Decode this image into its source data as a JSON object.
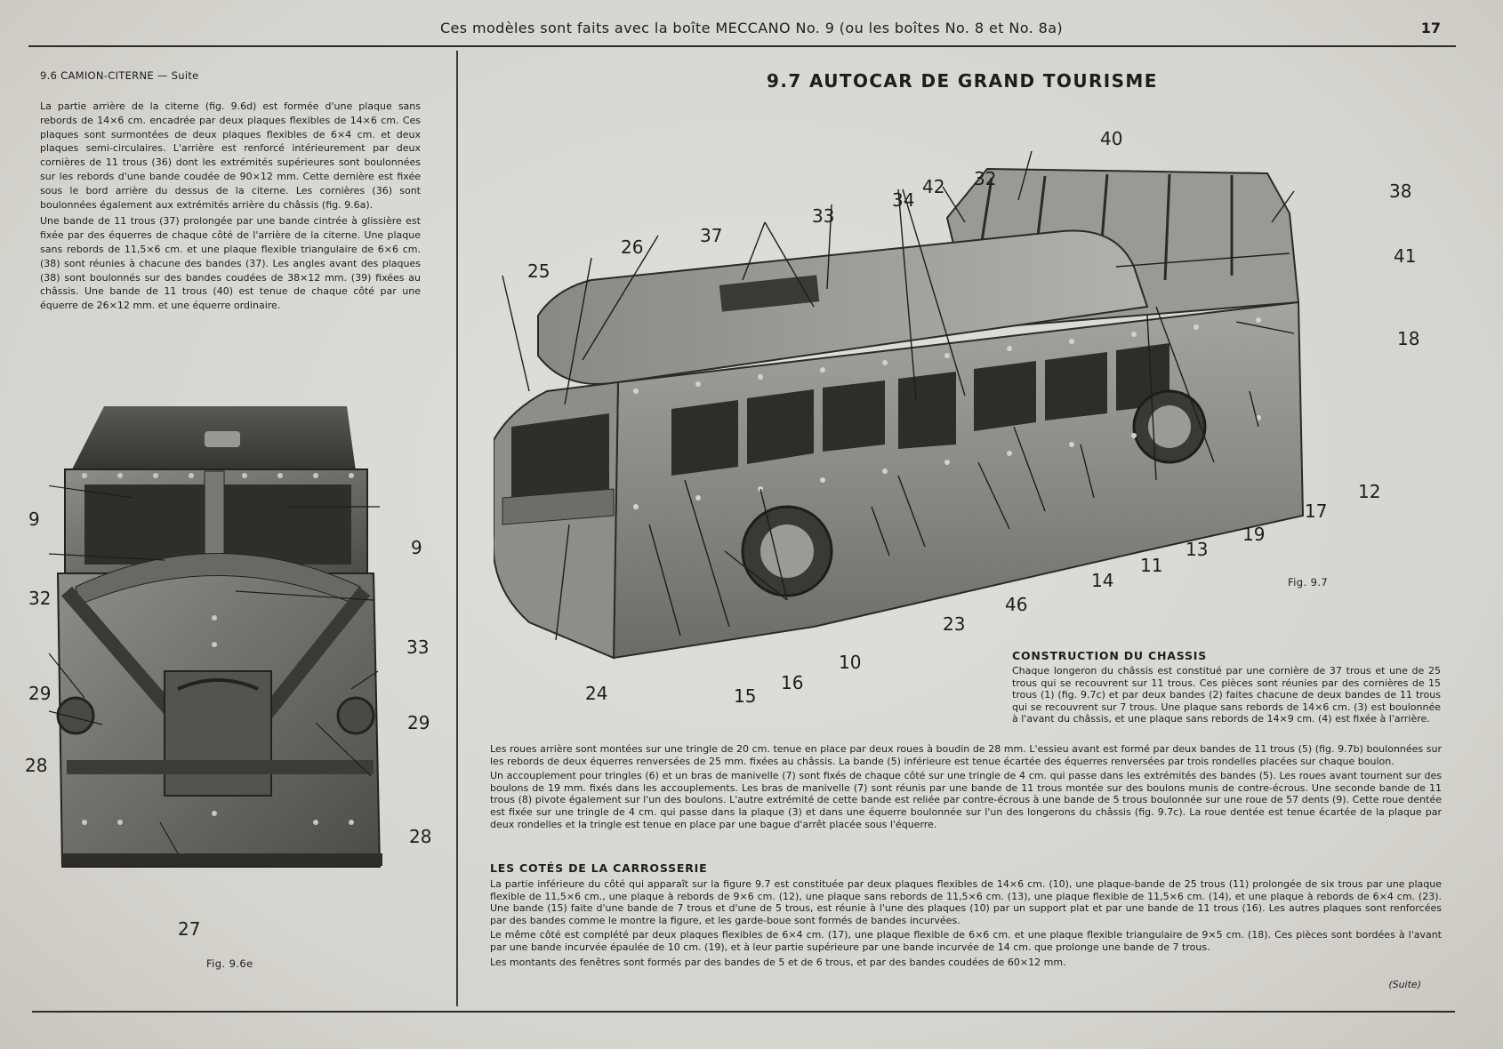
{
  "header": {
    "title": "Ces modèles sont faits avec la boîte MECCANO No. 9 (ou les boîtes No. 8 et No. 8a)",
    "page_number": "17"
  },
  "left": {
    "heading": "9.6 CAMION-CITERNE — Suite",
    "paragraphs": [
      "La partie arrière de la citerne (fig. 9.6d) est formée d'une plaque sans rebords de 14×6 cm. encadrée par deux plaques flexibles de 14×6 cm. Ces plaques sont surmontées de deux plaques flexibles de 6×4 cm. et deux plaques semi-circulaires. L'arrière est renforcé intérieurement par deux cornières de 11 trous (36) dont les extrémités supérieures sont boulonnées sur les rebords d'une bande coudée de 90×12 mm. Cette dernière est fixée sous le bord arrière du dessus de la citerne. Les cornières (36) sont boulonnées également aux extrémités arrière du châssis (fig. 9.6a).",
      "Une bande de 11 trous (37) prolongée par une bande cintrée à glissière est fixée par des équerres de chaque côté de l'arrière de la citerne. Une plaque sans rebords de 11,5×6 cm. et une plaque flexible triangulaire de 6×6 cm. (38) sont réunies à chacune des bandes (37). Les angles avant des plaques (38) sont boulonnés sur des bandes coudées de 38×12 mm. (39) fixées au châssis. Une bande de 11 trous (40) est tenue de chaque côté par une équerre de 26×12 mm. et une équerre ordinaire."
    ],
    "figure_caption": "Fig. 9.6e",
    "callouts": [
      "9",
      "9",
      "32",
      "33",
      "29",
      "29",
      "28",
      "28",
      "27"
    ]
  },
  "right": {
    "title": "9.7 AUTOCAR DE GRAND TOURISME",
    "figure_caption": "Fig. 9.7",
    "callouts": [
      "40",
      "32",
      "42",
      "34",
      "33",
      "37",
      "26",
      "25",
      "38",
      "41",
      "18",
      "12",
      "17",
      "19",
      "13",
      "11",
      "14",
      "46",
      "23",
      "10",
      "16",
      "15",
      "24"
    ],
    "chassis_heading": "CONSTRUCTION DU CHASSIS",
    "chassis_text": "Chaque longeron du châssis est constitué par une cornière de 37 trous et une de 25 trous qui se recouvrent sur 11 trous. Ces pièces sont réunies par des cornières de 15 trous (1) (fig. 9.7c) et par deux bandes (2) faites chacune de deux bandes de 11 trous qui se recouvrent sur 7 trous. Une plaque sans rebords de 14×6 cm. (3) est boulonnée à l'avant du châssis, et une plaque sans rebords de 14×9 cm. (4) est fixée à l'arrière.",
    "wheels_text": [
      "Les roues arrière sont montées sur une tringle de 20 cm. tenue en place par deux roues à boudin de 28 mm. L'essieu avant est formé par deux bandes de 11 trous (5) (fig. 9.7b) boulonnées sur les rebords de deux équerres renversées de 25 mm. fixées au châssis. La bande (5) inférieure est tenue écartée des équerres renversées par trois rondelles placées sur chaque boulon.",
      "Un accouplement pour tringles (6) et un bras de manivelle (7) sont fixés de chaque côté sur une tringle de 4 cm. qui passe dans les extrémités des bandes (5). Les roues avant tournent sur des boulons de 19 mm. fixés dans les accouplements. Les bras de manivelle (7) sont réunis par une bande de 11 trous montée sur des boulons munis de contre-écrous. Une seconde bande de 11 trous (8) pivote également sur l'un des boulons. L'autre extrémité de cette bande est reliée par contre-écrous à une bande de 5 trous boulonnée sur une roue de 57 dents (9). Cette roue dentée est fixée sur une tringle de 4 cm. qui passe dans la plaque (3) et dans une équerre boulonnée sur l'un des longerons du châssis (fig. 9.7c). La roue dentée est tenue écartée de la plaque par deux rondelles et la tringle est tenue en place par une bague d'arrêt placée sous l'équerre."
    ],
    "sides_heading": "LES COTÉS DE LA CARROSSERIE",
    "sides_text": [
      "La partie inférieure du côté qui apparaît sur la figure 9.7 est constituée par deux plaques flexibles de 14×6 cm. (10), une plaque-bande de 25 trous (11) prolongée de six trous par une plaque flexible de 11,5×6 cm., une plaque à rebords de 9×6 cm. (12), une plaque sans rebords de 11,5×6 cm. (13), une plaque flexible de 11,5×6 cm. (14), et une plaque à rebords de 6×4 cm. (23). Une bande (15) faite d'une bande de 7 trous et d'une de 5 trous, est réunie à l'une des plaques (10) par un support plat et par une bande de 11 trous (16). Les autres plaques sont renforcées par des bandes comme le montre la figure, et les garde-boue sont formés de bandes incurvées.",
      "Le même côté est complété par deux plaques flexibles de 6×4 cm. (17), une plaque flexible de 6×6 cm. et une plaque flexible triangulaire de 9×5 cm. (18). Ces pièces sont bordées à l'avant par une bande incurvée épaulée de 10 cm. (19), et à leur partie supérieure par une bande incurvée de 14 cm. que prolonge une bande de 7 trous.",
      "Les montants des fenêtres sont formés par des bandes de 5 et de 6 trous, et par des bandes coudées de 60×12 mm."
    ],
    "suite": "(Suite)"
  }
}
